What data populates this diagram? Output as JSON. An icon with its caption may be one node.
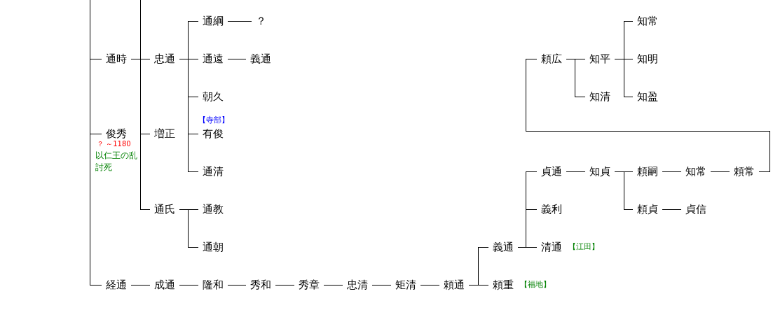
{
  "diagram": {
    "nodes": [
      {
        "text": [
          "通時"
        ]
      },
      {
        "text": [
          "俊秀"
        ],
        "beside": [
          "？ ～1180",
          "以仁王の乱討死"
        ]
      },
      {
        "text": [
          "経通"
        ]
      },
      {
        "text": [
          "忠通"
        ]
      },
      {
        "text": [
          "増正"
        ]
      },
      {
        "text": [
          "通氏"
        ]
      },
      {
        "text": [
          "通綱"
        ]
      },
      {
        "text": [
          "？"
        ]
      },
      {
        "text": [
          "通遠"
        ]
      },
      {
        "text": [
          "義通"
        ]
      },
      {
        "text": [
          "朝久"
        ]
      },
      {
        "text": [
          "有俊"
        ],
        "beside": [
          "【寺部】"
        ]
      },
      {
        "text": [
          "通清"
        ]
      },
      {
        "text": [
          "通教"
        ]
      },
      {
        "text": [
          "通朝"
        ]
      },
      {
        "text": [
          "成通"
        ]
      },
      {
        "text": [
          "隆和"
        ]
      },
      {
        "text": [
          "秀和"
        ]
      },
      {
        "text": [
          "秀章"
        ]
      },
      {
        "text": [
          "忠清"
        ]
      },
      {
        "text": [
          "矩清"
        ]
      },
      {
        "text": [
          "頼通"
        ]
      },
      {
        "text": [
          "義通"
        ]
      },
      {
        "text": [
          "頼重"
        ],
        "beside": [
          "【福地】"
        ]
      },
      {
        "text": [
          "頼広"
        ]
      },
      {
        "text": [
          "知平"
        ]
      },
      {
        "text": [
          "知清"
        ]
      },
      {
        "text": [
          "知常"
        ]
      },
      {
        "text": [
          "知明"
        ]
      },
      {
        "text": [
          "知盈"
        ]
      },
      {
        "text": [
          "貞通"
        ]
      },
      {
        "text": [
          "知貞"
        ]
      },
      {
        "text": [
          "頼嗣"
        ]
      },
      {
        "text": [
          "知常"
        ]
      },
      {
        "text": [
          "頼常"
        ]
      },
      {
        "text": [
          "頼貞"
        ]
      },
      {
        "text": [
          "貞信"
        ]
      },
      {
        "text": [
          "義利"
        ]
      },
      {
        "text": [
          "清通"
        ],
        "beside": [
          "【江田】"
        ]
      }
    ],
    "edges": [
      {
        "from": null,
        "to": 0,
        "arrow": "none"
      },
      {
        "from": null,
        "to": 1,
        "arrow": "none"
      },
      {
        "from": null,
        "to": 2,
        "arrow": "none"
      },
      {
        "from": null,
        "to": 3,
        "arrow": "none"
      },
      {
        "from": 0,
        "to": 3,
        "arrow": "none"
      },
      {
        "from": 0,
        "to": 4,
        "arrow": "none"
      },
      {
        "from": 0,
        "to": 5,
        "arrow": "none"
      },
      {
        "from": 3,
        "to": 6,
        "arrow": "none"
      },
      {
        "from": 3,
        "to": 8,
        "arrow": "none"
      },
      {
        "from": 3,
        "to": 10,
        "arrow": "none"
      },
      {
        "from": 3,
        "to": 11,
        "arrow": "none"
      },
      {
        "from": 3,
        "to": 12,
        "arrow": "none"
      },
      {
        "from": 6,
        "to": 7,
        "arrow": "none"
      },
      {
        "from": 8,
        "to": 9,
        "arrow": "none"
      },
      {
        "from": 5,
        "to": 13,
        "arrow": "none"
      },
      {
        "from": 5,
        "to": 14,
        "arrow": "none"
      },
      {
        "from": 2,
        "to": 15,
        "arrow": "none"
      },
      {
        "from": 15,
        "to": 16,
        "arrow": "none"
      },
      {
        "from": 16,
        "to": 17,
        "arrow": "none"
      },
      {
        "from": 17,
        "to": 18,
        "arrow": "none"
      },
      {
        "from": 18,
        "to": 19,
        "arrow": "none"
      },
      {
        "from": 19,
        "to": 20,
        "arrow": "none"
      },
      {
        "from": 20,
        "to": 21,
        "arrow": "none"
      },
      {
        "from": 21,
        "to": 22,
        "arrow": "none"
      },
      {
        "from": 21,
        "to": 23,
        "arrow": "none"
      },
      {
        "from": 22,
        "to": 30,
        "arrow": "none"
      },
      {
        "from": 22,
        "to": 37,
        "arrow": "none"
      },
      {
        "from": 22,
        "to": 38,
        "arrow": "none"
      },
      {
        "from": 30,
        "to": 31,
        "arrow": "none"
      },
      {
        "from": 31,
        "to": 32,
        "arrow": "none"
      },
      {
        "from": 31,
        "to": 35,
        "arrow": "none"
      },
      {
        "from": 32,
        "to": 33,
        "arrow": "none"
      },
      {
        "from": 33,
        "to": 34,
        "arrow": "none"
      },
      {
        "from": 35,
        "to": 36,
        "arrow": "none"
      },
      {
        "from": 34,
        "to": 24,
        "arrow": "none"
      },
      {
        "from": 24,
        "to": 25,
        "arrow": "none"
      },
      {
        "from": 24,
        "to": 26,
        "arrow": "none"
      },
      {
        "from": 25,
        "to": 27,
        "arrow": "none"
      },
      {
        "from": 25,
        "to": 28,
        "arrow": "none"
      },
      {
        "from": 25,
        "to": 29,
        "arrow": "none"
      }
    ]
  }
}
